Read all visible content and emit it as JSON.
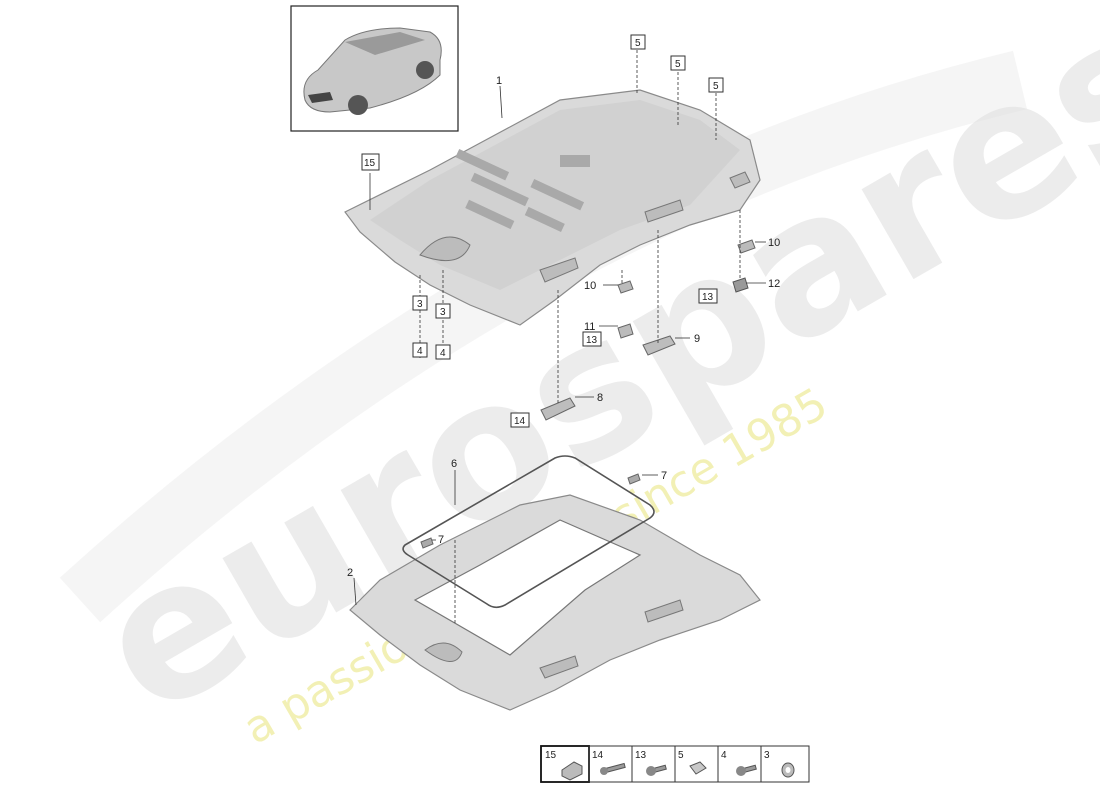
{
  "watermark": {
    "brand": "eurospares",
    "tagline": "a passion for parts since 1985"
  },
  "colors": {
    "part_fill": "#d9d9d9",
    "part_stroke": "#7a7a7a",
    "line": "#333333",
    "watermark_brand": "#dedede",
    "watermark_tag": "#e9e57a"
  },
  "callouts": {
    "c1": "1",
    "c2": "2",
    "c3a": "3",
    "c3b": "3",
    "c4a": "4",
    "c4b": "4",
    "c5a": "5",
    "c5b": "5",
    "c5c": "5",
    "c6": "6",
    "c7a": "7",
    "c7b": "7",
    "c8": "8",
    "c9": "9",
    "c10a": "10",
    "c10b": "10",
    "c11": "11",
    "c12": "12",
    "c13a": "13",
    "c13b": "13",
    "c14": "14",
    "c15": "15"
  },
  "legend": [
    "15",
    "14",
    "13",
    "5",
    "4",
    "3"
  ]
}
